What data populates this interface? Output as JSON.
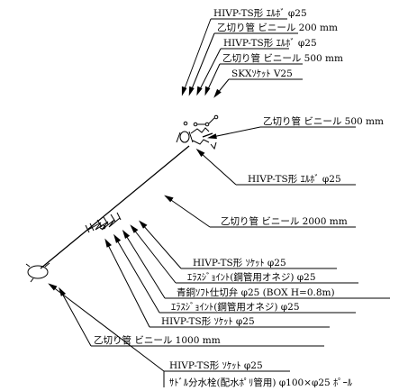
{
  "labels": [
    "HIVP-TS形 ｴﾙﾎﾞ φ25",
    "乙切り管 ビニール 200 mm",
    "HIVP-TS形 ｴﾙﾎﾞ φ25",
    "乙切り管 ビニール 500 mm",
    "SKXｿｹｯﾄ V25",
    "乙切り管 ビニール 500 mm",
    "HIVP-TS形 ｴﾙﾎﾞ φ25",
    "乙切り管 ビニール 2000 mm",
    "HIVP-TS形 ｿｹｯﾄ φ25",
    "ｴﾗｽｼﾞｮｲﾝﾄ(鋼管用オネジ) φ25",
    "青銅ｿﾌﾄ仕切弁 φ25 (BOX H=0.8m)",
    "ｴﾗｽｼﾞｮｲﾝﾄ(鋼管用オネジ) φ25",
    "HIVP-TS形 ｿｹｯﾄ φ25",
    "乙切り管 ビニール 1000 mm",
    "HIVP-TS形 ｿｹｯﾄ φ25",
    "ｻﾄﾞﾙ分水栓(配水ﾎﾟﾘ管用) φ100×φ25 ﾎﾟｰﾙ"
  ]
}
